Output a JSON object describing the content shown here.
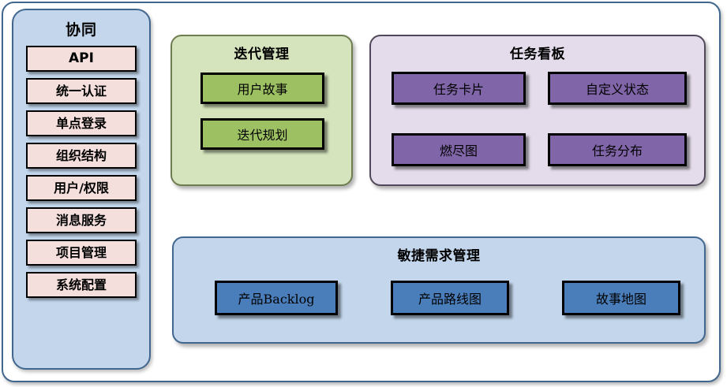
{
  "sidebar": {
    "title": "协同",
    "items": [
      {
        "label": "API",
        "style": "api"
      },
      {
        "label": "统一认证",
        "style": "cjk"
      },
      {
        "label": "单点登录",
        "style": "cjk"
      },
      {
        "label": "组织结构",
        "style": "cjk"
      },
      {
        "label": "用户/权限",
        "style": "cjk"
      },
      {
        "label": "消息服务",
        "style": "cjk"
      },
      {
        "label": "项目管理",
        "style": "cjk"
      },
      {
        "label": "系统配置",
        "style": "cjk"
      }
    ],
    "colors": {
      "panel_bg": "#c3d6ec",
      "panel_border": "#41678f",
      "item_bg": "#f4dfdc"
    }
  },
  "panels": {
    "iteration": {
      "title": "迭代管理",
      "colors": {
        "bg": "#d5e4bc",
        "border": "#6e7d50",
        "card_bg": "#9dc162"
      },
      "cards": [
        {
          "label": "用户故事"
        },
        {
          "label": "迭代规划"
        }
      ]
    },
    "taskboard": {
      "title": "任务看板",
      "colors": {
        "bg": "#e4dcea",
        "border": "#51485c",
        "card_bg": "#8065a8"
      },
      "cards": [
        {
          "label": "任务卡片"
        },
        {
          "label": "自定义状态"
        },
        {
          "label": "燃尽图"
        },
        {
          "label": "任务分布"
        }
      ]
    },
    "agile_requirements": {
      "title": "敏捷需求管理",
      "colors": {
        "bg": "#c3d6ec",
        "border": "#41678f",
        "card_bg": "#4a7ebb"
      },
      "cards": [
        {
          "label": "产品Backlog"
        },
        {
          "label": "产品路线图"
        },
        {
          "label": "故事地图"
        }
      ]
    }
  },
  "frame": {
    "bg": "#ffffff",
    "border": "#41678f"
  }
}
